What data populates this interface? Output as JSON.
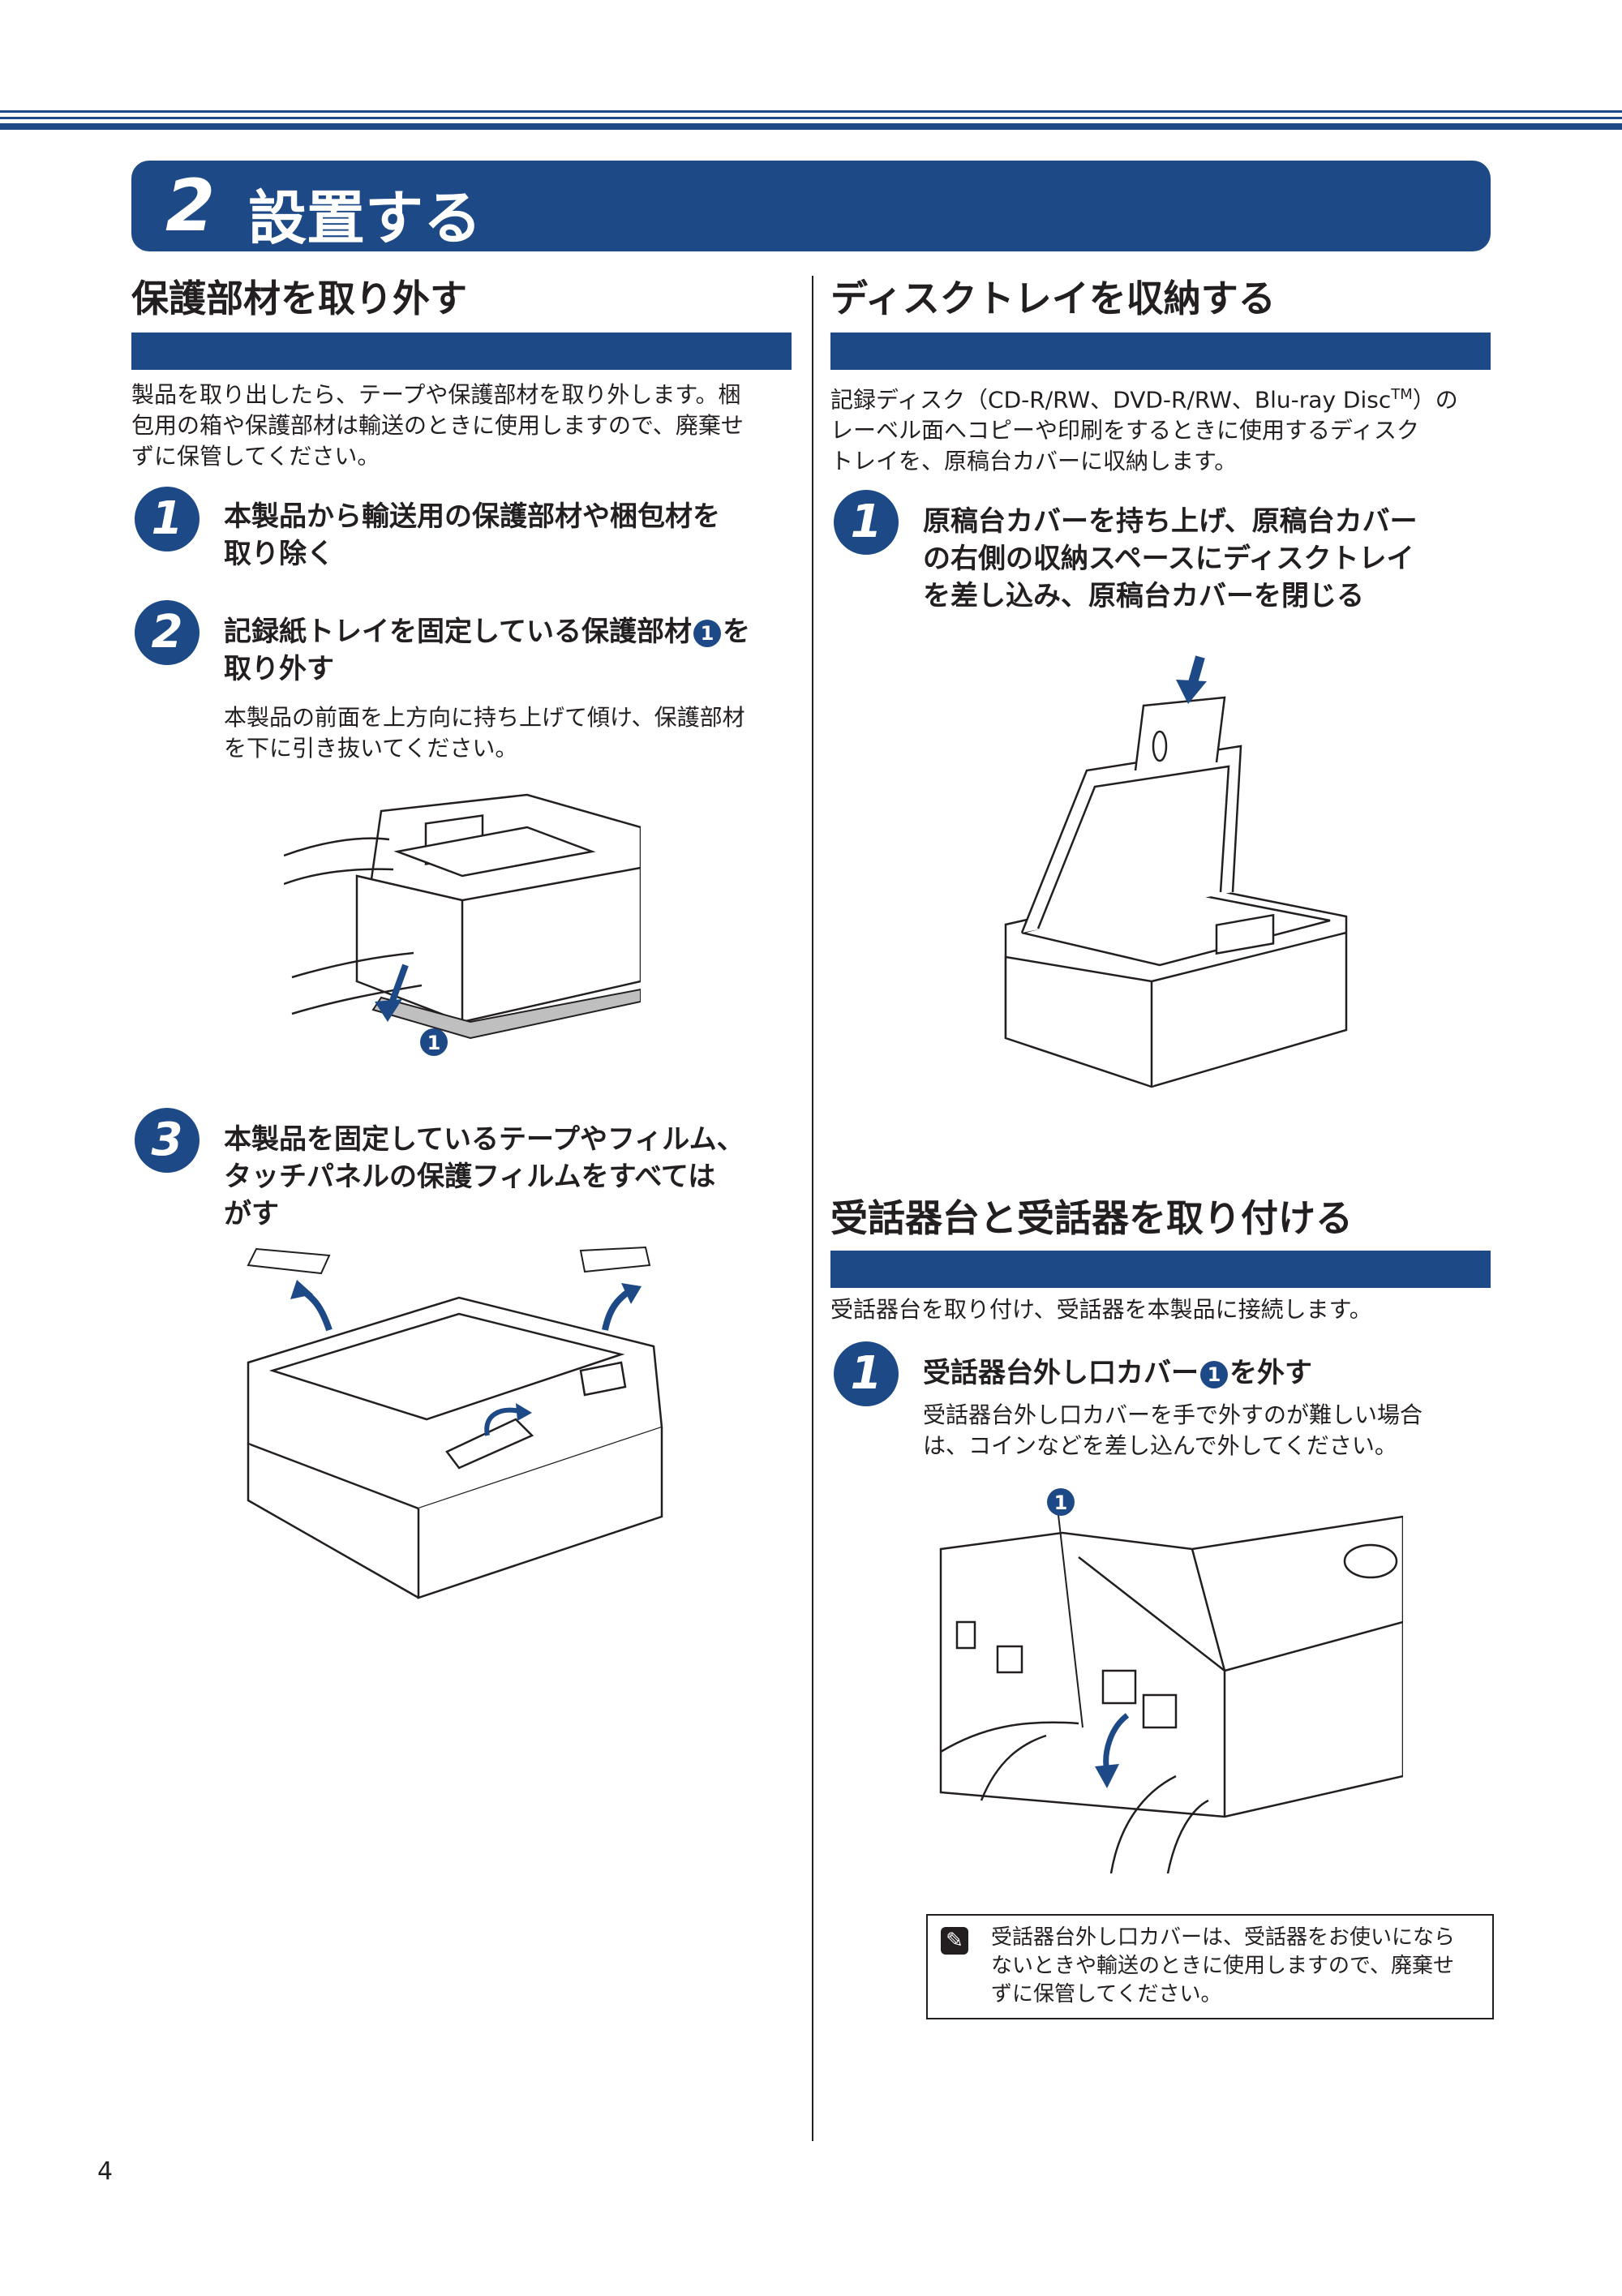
{
  "chapter": {
    "number": "2",
    "title": "設置する"
  },
  "left": {
    "section_title": "保護部材を取り外す",
    "intro_line1": "製品を取り出したら、テープや保護部材を取り外します。梱",
    "intro_line2": "包用の箱や保護部材は輸送のときに使用しますので、廃棄せ",
    "intro_line3": "ずに保管してください。",
    "step1": {
      "number": "1",
      "line1": "本製品から輸送用の保護部材や梱包材を",
      "line2": "取り除く"
    },
    "step2": {
      "number": "2",
      "line1a": "記録紙トレイを固定している保護部材",
      "callout": "1",
      "line1b": "を",
      "line2": "取り外す",
      "desc1": "本製品の前面を上方向に持ち上げて傾け、保護部材",
      "desc2": "を下に引き抜いてください。"
    },
    "step3": {
      "number": "3",
      "line1": "本製品を固定しているテープやフィルム、",
      "line2": "タッチパネルの保護フィルムをすべては",
      "line3": "がす"
    },
    "illustration2_callout": "1"
  },
  "right": {
    "section1_title": "ディスクトレイを収納する",
    "intro1_line1a": "記録ディスク（CD-R/RW、DVD-R/RW、Blu-ray Disc",
    "intro1_tm": "TM",
    "intro1_line1b": "）の",
    "intro1_line2": "レーベル面へコピーや印刷をするときに使用するディスク",
    "intro1_line3": "トレイを、原稿台カバーに収納します。",
    "step1": {
      "number": "1",
      "line1": "原稿台カバーを持ち上げ、原稿台カバー",
      "line2": "の右側の収納スペースにディスクトレイ",
      "line3": "を差し込み、原稿台カバーを閉じる"
    },
    "section2_title": "受話器台と受話器を取り付ける",
    "intro2": "受話器台を取り付け、受話器を本製品に接続します。",
    "step2": {
      "number": "1",
      "line1a": "受話器台外し口カバー",
      "callout": "1",
      "line1b": "を外す",
      "desc1": "受話器台外し口カバーを手で外すのが難しい場合",
      "desc2": "は、コインなどを差し込んで外してください。"
    },
    "illustration_callout": "1",
    "note": {
      "icon": "memo-icon",
      "line1": "受話器台外し口カバーは、受話器をお使いになら",
      "line2": "ないときや輸送のときに使用しますので、廃棄せ",
      "line3": "ずに保管してください。"
    }
  },
  "page_number": "4",
  "colors": {
    "accent": "#1d4a87",
    "text": "#231f20"
  }
}
